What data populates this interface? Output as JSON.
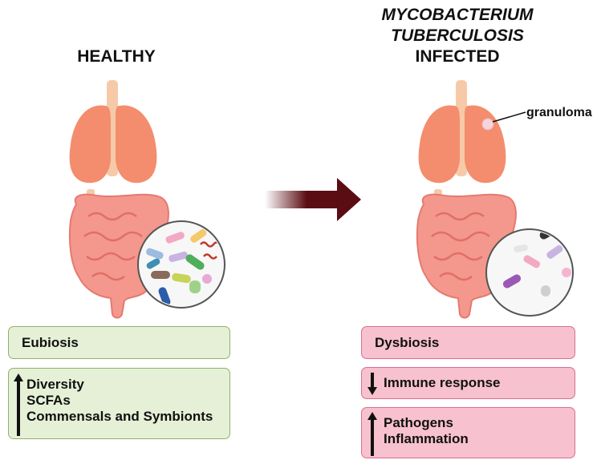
{
  "healthy": {
    "title": "HEALTHY",
    "state_label": "Eubiosis",
    "increase_items": [
      "Diversity",
      "SCFAs",
      "Commensals and Symbionts"
    ]
  },
  "infected": {
    "title_line1": "MYCOBACTERIUM",
    "title_line2": "TUBERCULOSIS",
    "title_line3": "INFECTED",
    "granuloma_label": "granuloma",
    "state_label": "Dysbiosis",
    "decrease_items": [
      "Immune response"
    ],
    "increase_items": [
      "Pathogens",
      "Inflammation"
    ]
  },
  "colors": {
    "lung": "#f48d6d",
    "trachea": "#f6caa8",
    "intestine": "#f4978c",
    "arrow": "#5a0d12",
    "green_box": "#e6f0d6",
    "pink_box": "#f7c1cf"
  }
}
